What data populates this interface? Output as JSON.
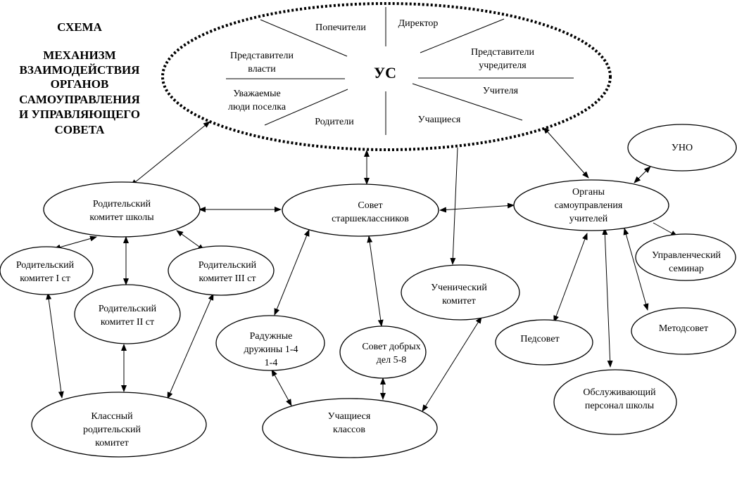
{
  "title": {
    "line1": "СХЕМА",
    "line2": "МЕХАНИЗМ",
    "line3": "ВЗАИМОДЕЙСТВИЯ",
    "line4": "ОРГАНОВ",
    "line5": "САМОУПРАВЛЕНИЯ",
    "line6": "И УПРАВЛЯЮЩЕГО",
    "line7": "СОВЕТА"
  },
  "us": {
    "label": "УС",
    "members": {
      "popechiteli": "Попечители",
      "direktor": "Директор",
      "vlast_1": "Представители",
      "vlast_2": "власти",
      "uchreditel_1": "Представители",
      "uchreditel_2": "учредителя",
      "uvazhaemye_1": "Уважаемые",
      "uvazhaemye_2": "люди поселка",
      "uchitelya": "Учителя",
      "roditeli": "Родители",
      "uchashchiesya": "Учащиеся"
    }
  },
  "nodes": {
    "rod_kom_shkoly": {
      "line1": "Родительский",
      "line2": "комитет школы"
    },
    "sovet_starsheklassnikov": {
      "line1": "Совет",
      "line2": "старшеклассников"
    },
    "organy_uchiteley": {
      "line1": "Органы",
      "line2": "самоуправления",
      "line3": "учителей"
    },
    "uno": {
      "line1": "УНО"
    },
    "rod_kom_1": {
      "line1": "Родительский",
      "line2": "комитет I ст"
    },
    "rod_kom_2": {
      "line1": "Родительский",
      "line2": "комитет II ст"
    },
    "rod_kom_3": {
      "line1": "Родительский",
      "line2": "комитет III ст"
    },
    "uchenicheskiy_komitet": {
      "line1": "Ученический",
      "line2": "комитет"
    },
    "upr_seminar": {
      "line1": "Управленческий",
      "line2": "семинар"
    },
    "radugnye_druzhiny": {
      "line1": "Радужные",
      "line2": "дружины 1-4",
      "line3": "1-4"
    },
    "sovet_dobryh_del": {
      "line1": "Совет добрых",
      "line2": "дел 5-8"
    },
    "pedsovet": {
      "line1": "Педсовет"
    },
    "metodsovet": {
      "line1": "Методсовет"
    },
    "obsl_personal": {
      "line1": "Обслуживающий",
      "line2": "персонал школы"
    },
    "klassnyy_rod_kom": {
      "line1": "Классный",
      "line2": "родительский",
      "line3": "комитет"
    },
    "uchashchiesya_klassov": {
      "line1": "Учащиеся",
      "line2": "классов"
    }
  }
}
